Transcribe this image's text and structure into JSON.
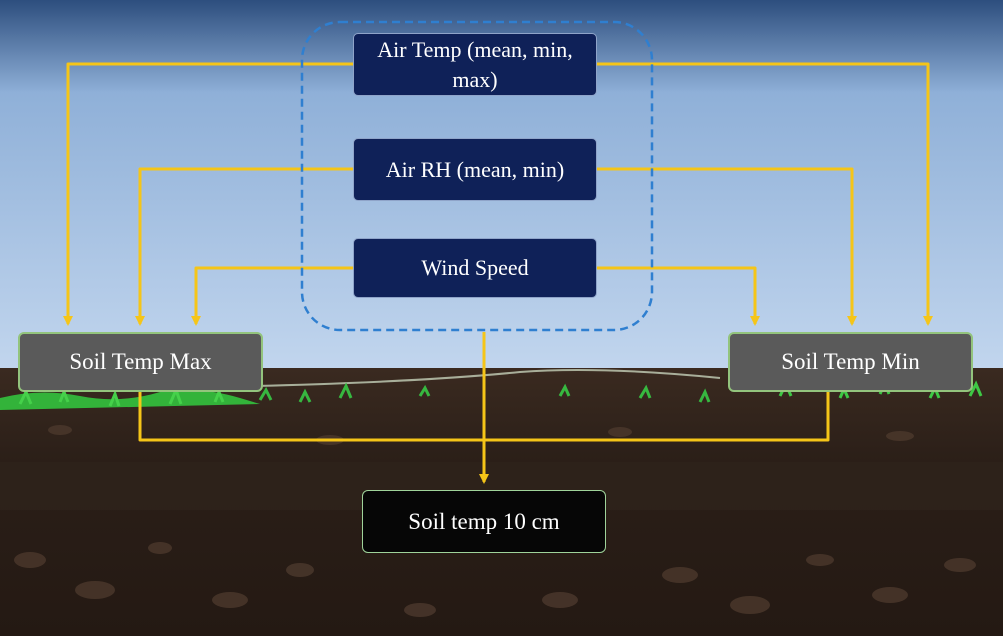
{
  "nodes": {
    "air_temp": "Air Temp (mean, min, max)",
    "air_rh": "Air RH (mean, min)",
    "wind_speed": "Wind Speed",
    "soil_temp_max": "Soil Temp Max",
    "soil_temp_min": "Soil Temp Min",
    "soil_temp_10cm": "Soil temp 10 cm"
  },
  "colors": {
    "arrow": "#f5c518",
    "group_outline": "#2f7fd0",
    "air_box": "#0f2158",
    "soil_box": "#5a5a5a",
    "output_box": "#060606",
    "sky_top": "#2d4e7e",
    "sky_bottom": "#c2d6ee",
    "soil": "#2a1e17",
    "grass": "#33b33a"
  },
  "edges": [
    {
      "from": "air_temp",
      "to": "soil_temp_max"
    },
    {
      "from": "air_temp",
      "to": "soil_temp_min"
    },
    {
      "from": "air_rh",
      "to": "soil_temp_max"
    },
    {
      "from": "air_rh",
      "to": "soil_temp_min"
    },
    {
      "from": "wind_speed",
      "to": "soil_temp_max"
    },
    {
      "from": "wind_speed",
      "to": "soil_temp_min"
    },
    {
      "from": "air_group",
      "to": "soil_temp_10cm"
    },
    {
      "from": "soil_temp_max",
      "to": "soil_temp_10cm"
    },
    {
      "from": "soil_temp_min",
      "to": "soil_temp_10cm"
    }
  ]
}
